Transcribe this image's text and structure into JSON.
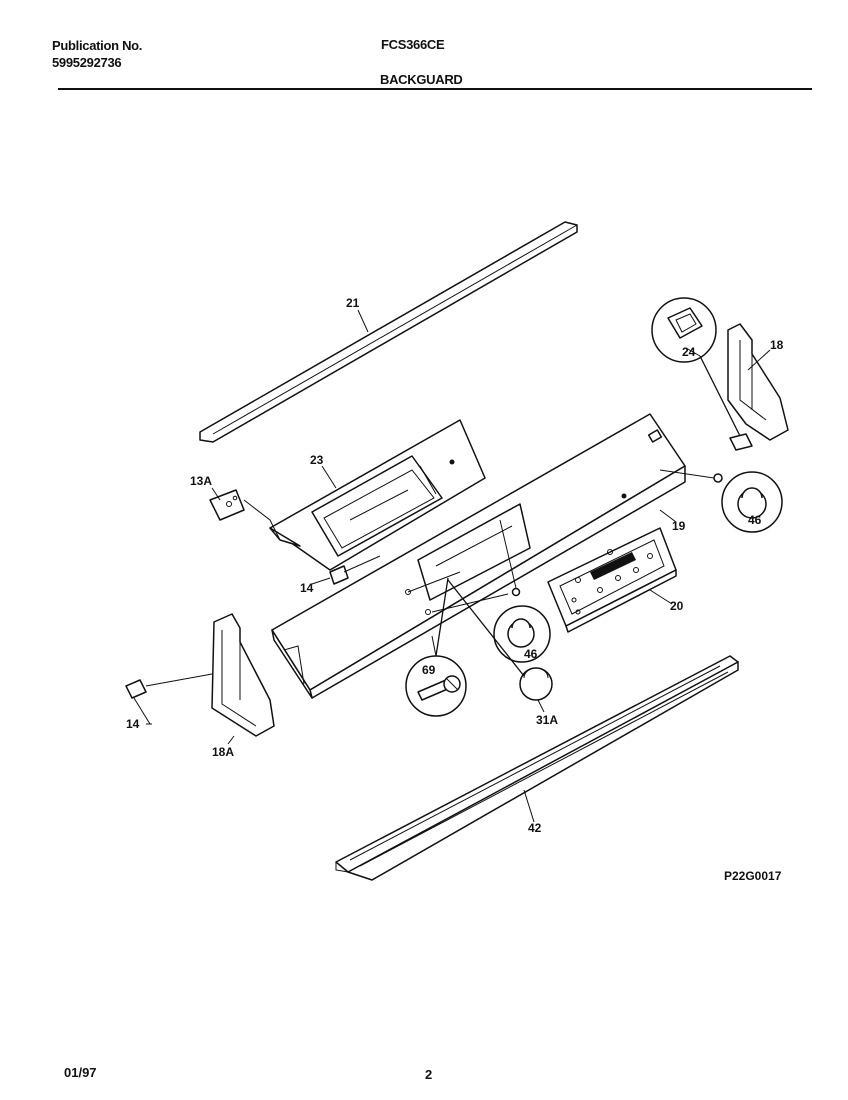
{
  "header": {
    "publication_label": "Publication No.",
    "publication_number": "5995292736",
    "model": "FCS366CE",
    "section": "BACKGUARD"
  },
  "diagram": {
    "code": "P22G0017",
    "callouts": {
      "c21": "21",
      "c24": "24",
      "c18": "18",
      "c23": "23",
      "c13a": "13A",
      "c14a": "14",
      "c19": "19",
      "c46a": "46",
      "c20": "20",
      "c46b": "46",
      "c69": "69",
      "c31a": "31A",
      "c14b": "14",
      "c18a": "18A",
      "c42": "42"
    }
  },
  "footer": {
    "date": "01/97",
    "page": "2"
  }
}
